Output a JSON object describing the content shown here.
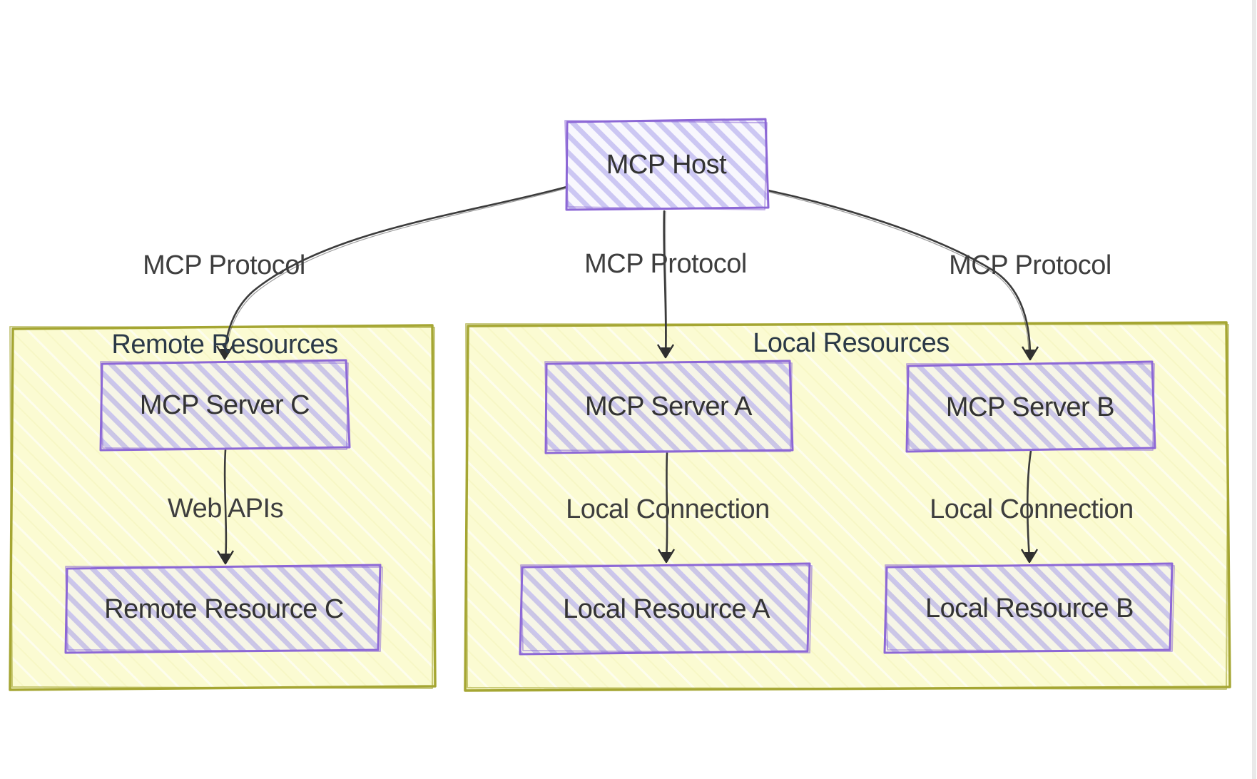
{
  "diagram": {
    "type": "flowchart-hand-drawn",
    "nodes": {
      "host": {
        "label": "MCP Host"
      },
      "server_c": {
        "label": "MCP Server C"
      },
      "server_a": {
        "label": "MCP Server A"
      },
      "server_b": {
        "label": "MCP Server B"
      },
      "resource_c": {
        "label": "Remote Resource C"
      },
      "resource_a": {
        "label": "Local Resource A"
      },
      "resource_b": {
        "label": "Local Resource B"
      }
    },
    "clusters": {
      "remote": {
        "title": "Remote Resources"
      },
      "local": {
        "title": "Local Resources"
      }
    },
    "edge_labels": {
      "host_to_server_c": "MCP Protocol",
      "host_to_server_a": "MCP Protocol",
      "host_to_server_b": "MCP Protocol",
      "server_c_to_resource_c": "Web APIs",
      "server_a_to_resource_a": "Local Connection",
      "server_b_to_resource_b": "Local Connection"
    },
    "colors": {
      "background": "#FFFFFF",
      "node_fill": "#ECECFF",
      "node_hatch": "#9D92E8",
      "node_border": "#8D68D6",
      "cluster_fill": "#FBFBD2",
      "cluster_border": "#A5A633",
      "edge_stroke": "#3B3B3B",
      "node_text": "#333333",
      "edge_label_text": "#3E3E3E",
      "cluster_title_text": "#2B3947",
      "scrollbar": "#E9E9E9"
    }
  }
}
